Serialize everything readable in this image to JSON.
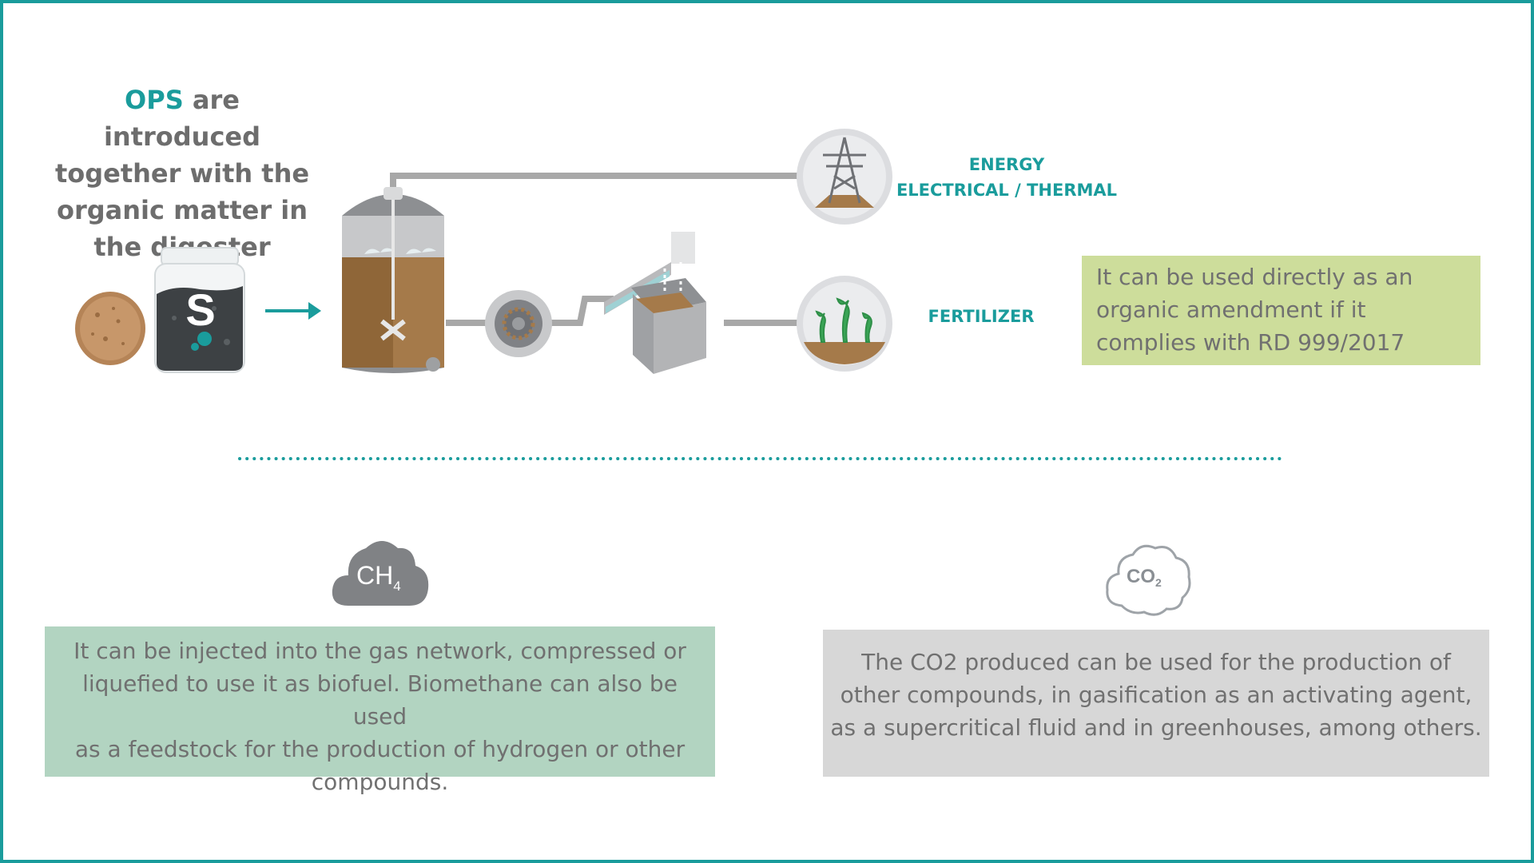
{
  "intro": {
    "highlight": "OPS",
    "line1_rest": " are introduced",
    "line2": "together with the",
    "line3": "organic matter in",
    "line4": "the digester"
  },
  "jar": {
    "logo_letter": "S"
  },
  "outputs": {
    "energy_label_1": "ENERGY",
    "energy_label_2": "ELECTRICAL / THERMAL",
    "fertilizer_label": "FERTILIZER"
  },
  "fertilizer_box": {
    "line1": "It can be used directly as an",
    "line2": "organic amendment if it",
    "line3": "complies with RD 999/2017"
  },
  "methane": {
    "formula": "CH",
    "subscript": "4",
    "line1": "It can be injected into the gas network, compressed or",
    "line2": "liquefied to use it as biofuel. Biomethane can also be used",
    "line3": "as a feedstock for the production of hydrogen or other",
    "line4": "compounds."
  },
  "co2": {
    "formula": "CO",
    "subscript": "2",
    "line1": "The CO2 produced can be used for the production of",
    "line2": "other compounds, in gasification as an activating agent,",
    "line3": "as a supercritical fluid and in greenhouses, among others."
  },
  "colors": {
    "accent": "#1a9c9c",
    "text_gray": "#6d6d6d",
    "fertilizer_box": "#cddd9b",
    "methane_box": "#b2d4c1",
    "co2_box": "#d7d7d7"
  }
}
